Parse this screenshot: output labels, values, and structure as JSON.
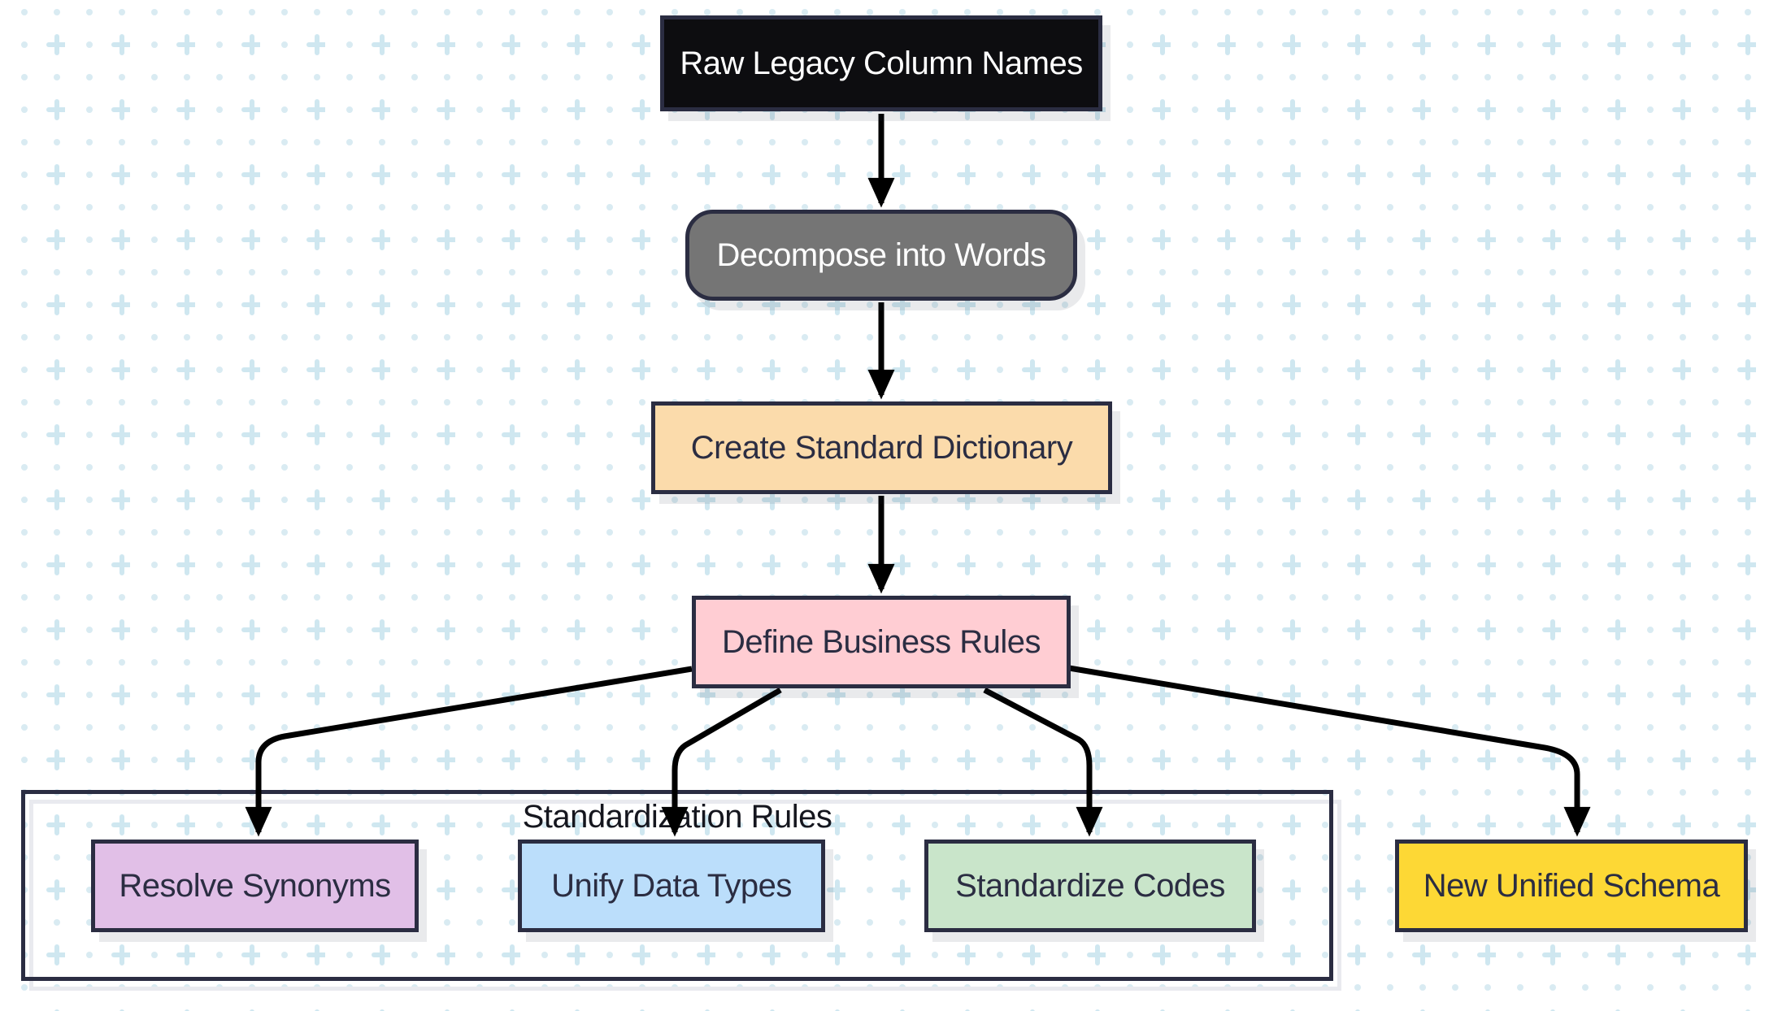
{
  "flow": {
    "group": {
      "label": "Standardization Rules",
      "contains": [
        "synonyms",
        "types",
        "codes"
      ]
    },
    "nodes": [
      {
        "id": "raw",
        "label": "Raw Legacy Column Names",
        "shape": "rect",
        "bg": "#0d0d10",
        "text_color": "#ffffff"
      },
      {
        "id": "decompose",
        "label": "Decompose into Words",
        "shape": "rounded",
        "bg": "#757575",
        "text_color": "#ffffff"
      },
      {
        "id": "dictionary",
        "label": "Create Standard Dictionary",
        "shape": "rect",
        "bg": "#fbdbab",
        "text_color": "#2b2d42"
      },
      {
        "id": "rules",
        "label": "Define Business Rules",
        "shape": "rect",
        "bg": "#ffcdd3",
        "text_color": "#2b2d42"
      },
      {
        "id": "synonyms",
        "label": "Resolve Synonyms",
        "shape": "rect",
        "bg": "#e1bfe7",
        "text_color": "#2b2d42"
      },
      {
        "id": "types",
        "label": "Unify Data Types",
        "shape": "rect",
        "bg": "#bbdefb",
        "text_color": "#2b2d42"
      },
      {
        "id": "codes",
        "label": "Standardize Codes",
        "shape": "rect",
        "bg": "#c9e5ca",
        "text_color": "#2b2d42"
      },
      {
        "id": "schema",
        "label": "New Unified Schema",
        "shape": "rect",
        "bg": "#fdd835",
        "text_color": "#2b2d42"
      }
    ],
    "edges": [
      {
        "from": "raw",
        "to": "decompose"
      },
      {
        "from": "decompose",
        "to": "dictionary"
      },
      {
        "from": "dictionary",
        "to": "rules"
      },
      {
        "from": "rules",
        "to": "synonyms"
      },
      {
        "from": "rules",
        "to": "types"
      },
      {
        "from": "rules",
        "to": "codes"
      },
      {
        "from": "rules",
        "to": "schema"
      }
    ],
    "colors": {
      "node_border": "#2b2d42",
      "arrow": "#000000",
      "pattern_dot": "#d9ebf2",
      "pattern_plus": "#cfe7f0",
      "group_border": "#2b2d42"
    }
  }
}
